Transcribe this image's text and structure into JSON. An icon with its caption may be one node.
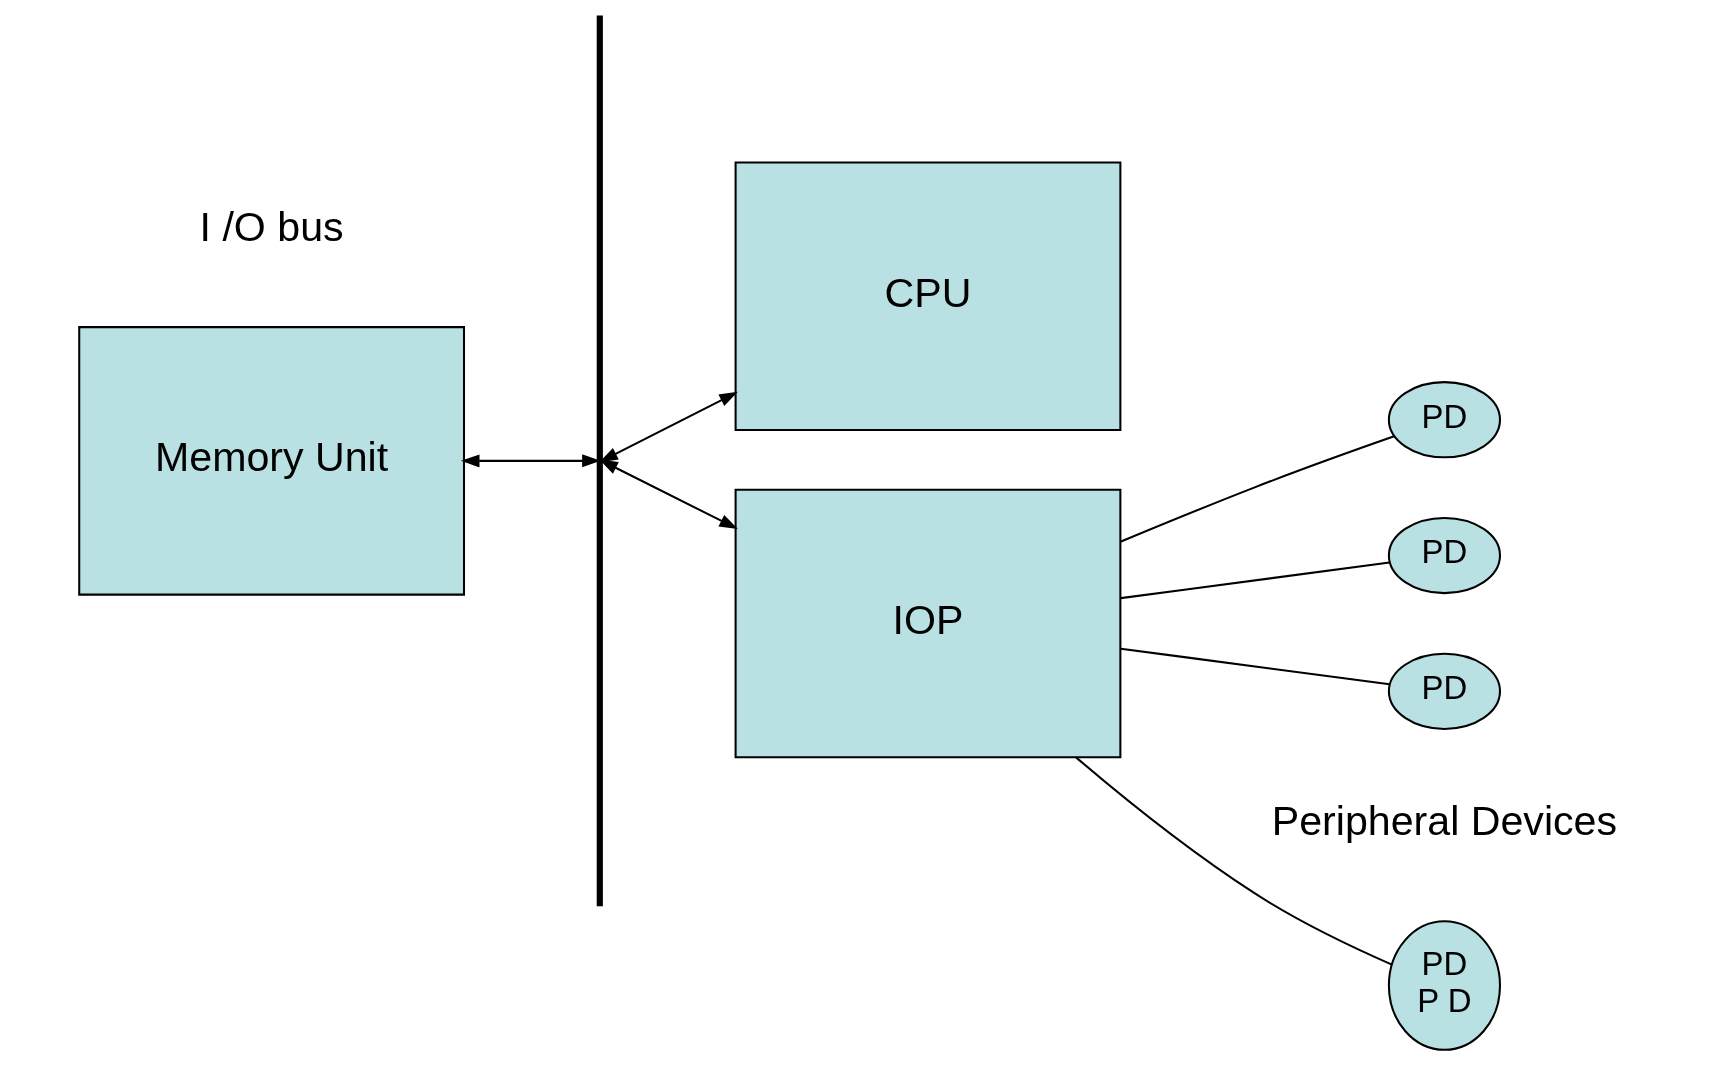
{
  "diagram": {
    "nodes": [
      {
        "text": [
          "Memory Unit"
        ]
      },
      {
        "text": [],
        "shape": "bar"
      },
      {
        "text": [
          "CPU"
        ]
      },
      {
        "text": [
          "IOP"
        ]
      },
      {
        "text": [
          "PD",
          "P D"
        ]
      },
      {
        "text": [
          "PD"
        ]
      },
      {
        "text": [
          "PD"
        ]
      },
      {
        "text": [
          "PD"
        ]
      }
    ],
    "edges": [
      {
        "from": 0,
        "to": 1,
        "arrow": "both"
      },
      {
        "from": 1,
        "to": 2,
        "arrow": "both"
      },
      {
        "from": 1,
        "to": 3,
        "arrow": "both"
      },
      {
        "from": 3,
        "to": 4,
        "arrow": "none"
      },
      {
        "from": 3,
        "to": 5,
        "arrow": "none"
      },
      {
        "from": 3,
        "to": 6,
        "arrow": "none"
      },
      {
        "from": 3,
        "to": 7,
        "arrow": "none"
      }
    ],
    "labels": [
      "Peripheral Devices",
      "I /O bus"
    ]
  }
}
